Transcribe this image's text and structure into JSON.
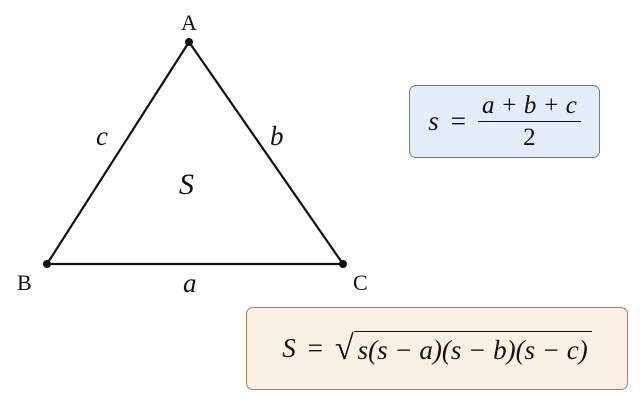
{
  "vertices": {
    "A": {
      "label": "A"
    },
    "B": {
      "label": "B"
    },
    "C": {
      "label": "C"
    }
  },
  "sides": {
    "a": "a",
    "b": "b",
    "c": "c"
  },
  "area_symbol": "S",
  "semi_perimeter_formula": {
    "lhs": "s",
    "equals": "=",
    "numerator": "a + b + c",
    "denominator": "2"
  },
  "heron_formula": {
    "lhs": "S",
    "equals": "=",
    "radical": "√",
    "radicand": "s(s − a)(s − b)(s − c)"
  },
  "colors": {
    "semi_box_fill": "#e4eefa",
    "semi_box_border": "#4f7fbd",
    "area_box_fill": "#fbf1e2",
    "area_box_border": "#b0804a"
  }
}
